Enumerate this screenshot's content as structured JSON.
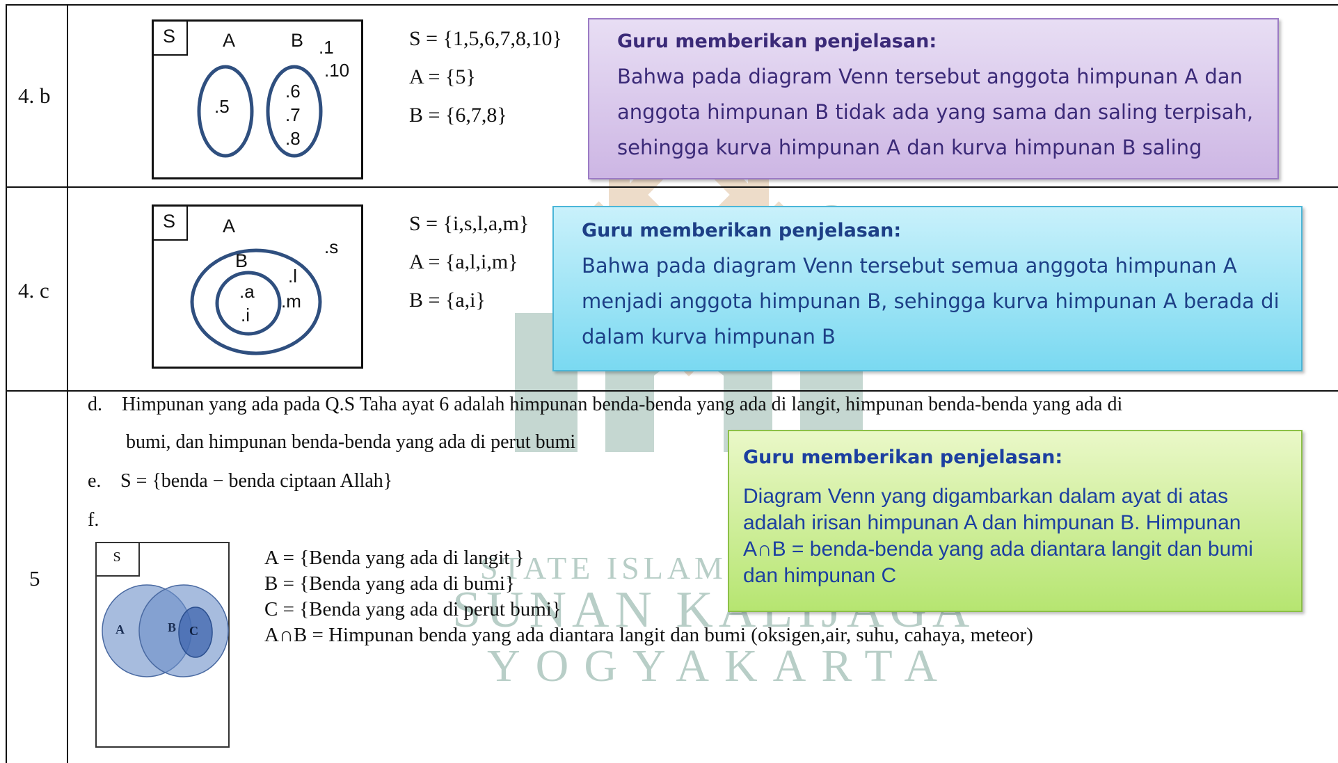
{
  "rows": [
    {
      "label": "4. b",
      "venn": {
        "universe": "S",
        "set_a": "A",
        "set_b": "B",
        "outside": [
          ".1",
          ".10"
        ],
        "in_a": [
          ".5"
        ],
        "in_b": [
          ".6",
          ".7",
          ".8"
        ]
      },
      "sets": [
        "S = {1,5,6,7,8,10}",
        "A = {5}",
        "B = {6,7,8}"
      ],
      "callout": {
        "title": "Guru memberikan penjelasan:",
        "lines": [
          "Bahwa pada diagram Venn tersebut anggota himpunan A dan",
          "anggota himpunan B tidak ada yang sama dan saling terpisah,",
          "sehingga kurva himpunan A dan kurva himpunan B saling"
        ]
      }
    },
    {
      "label": "4. c",
      "venn": {
        "universe": "S",
        "set_a": "A",
        "set_b": "B",
        "outside": [
          ".s"
        ],
        "in_a_only": [
          ".l",
          ".m"
        ],
        "in_b": [
          ".a",
          ".i"
        ]
      },
      "sets": [
        "S = {i,s,l,a,m}",
        "A = {a,l,i,m}",
        "B = {a,i}"
      ],
      "callout": {
        "title": "Guru memberikan penjelasan:",
        "lines": [
          "Bahwa pada diagram Venn tersebut semua anggota himpunan A",
          "menjadi anggota himpunan B, sehingga kurva himpunan A berada di",
          "dalam kurva himpunan B"
        ]
      }
    },
    {
      "label": "5",
      "items": {
        "d_marker": "d.",
        "d_line1": "Himpunan yang ada pada Q.S Taha  ayat 6 adalah himpunan benda-benda yang ada di langit, himpunan benda-benda yang ada di",
        "d_line2": "bumi, dan himpunan benda-benda yang ada di perut bumi",
        "e_marker": "e.",
        "e_text": "S = {benda − benda ciptaan Allah}",
        "f_marker": "f."
      },
      "venn": {
        "universe": "S",
        "set_a": "A",
        "set_b": "B",
        "set_c": "C"
      },
      "sets": [
        "A = {Benda yang ada di langit }",
        "B = {Benda yang ada di bumi}",
        "C = {Benda yang ada di perut bumi}",
        "A∩B = Himpunan benda yang ada diantara langit dan bumi (oksigen,air, suhu, cahaya, meteor)"
      ],
      "callout": {
        "title": "Guru memberikan penjelasan:",
        "lines": [
          "Diagram Venn yang digambarkan dalam ayat di atas",
          "adalah irisan himpunan A dan himpunan B. Himpunan",
          "A∩B = benda-benda yang ada diantara langit dan bumi",
          "dan himpunan C"
        ]
      }
    }
  ],
  "watermark": {
    "line1": "STATE ISLAMIC UNIVERSITY",
    "line2": "SUNAN KALIJAGA",
    "line3": "YOGYAKARTA"
  },
  "colors": {
    "venn_stroke": "#2f4f7f",
    "venn_fill_5": "#6d8fc8",
    "watermark_green": "#7fa79a",
    "watermark_gold": "#d8b28a"
  }
}
